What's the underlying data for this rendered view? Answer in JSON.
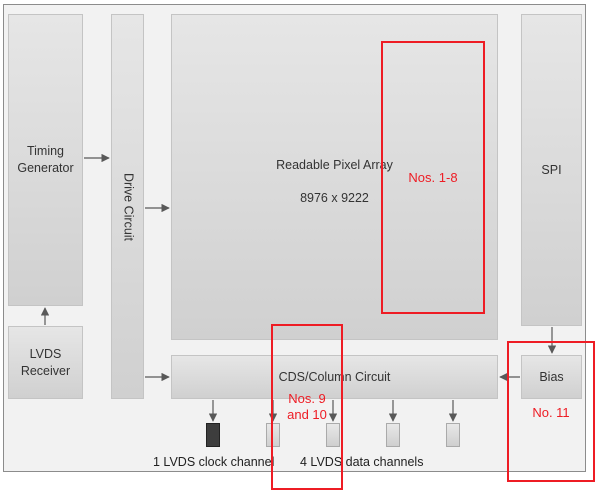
{
  "blocks": {
    "timing_generator": "Timing\nGenerator",
    "lvds_receiver": "LVDS\nReceiver",
    "drive_circuit": "Drive Circuit",
    "pixel_array_title": "Readable Pixel Array",
    "pixel_array_size": "8976 x 9222",
    "spi": "SPI",
    "cds_column": "CDS/Column Circuit",
    "bias": "Bias"
  },
  "highlights": {
    "nos_1_8": "Nos. 1-8",
    "nos_9_10": "Nos. 9\nand 10",
    "no_11": "No. 11"
  },
  "captions": {
    "clock": "1 LVDS clock channel",
    "data": "4 LVDS data channels"
  },
  "colors": {
    "highlight": "#ee1c24",
    "arrow": "#595959",
    "block": "#d9d9d9"
  }
}
